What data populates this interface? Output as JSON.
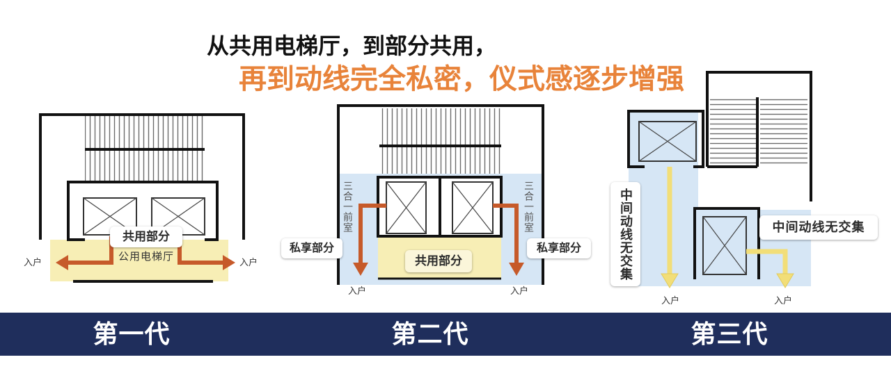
{
  "title": {
    "line1": "从共用电梯厅，到部分共用，",
    "line2": "再到动线完全私密，仪式感逐步增强"
  },
  "gen1": {
    "label": "第一代",
    "common_label": "共用部分",
    "hall_label": "公用电梯厅",
    "entry_left": "入户",
    "entry_right": "入户"
  },
  "gen2": {
    "label": "第二代",
    "front_room_left": "三合一前室",
    "front_room_right": "三合一前室",
    "private_left": "私享部分",
    "private_right": "私享部分",
    "common_label": "共用部分",
    "entry_left": "入户",
    "entry_right": "入户"
  },
  "gen3": {
    "label": "第三代",
    "flow_label_vertical": "中间动线无交集",
    "flow_label_horizontal": "中间动线无交集",
    "entry_left": "入户",
    "entry_right": "入户"
  },
  "icons": {
    "elevator": "elevator-car-icon",
    "stair": "stair-treads",
    "flow_arrow": "arrow-icon"
  },
  "colors": {
    "title_accent": "#e8833a",
    "footer_bar": "#1f2e5c",
    "common_area": "#f7eeb5",
    "private_area": "#d6e6f5",
    "shared_flow_arrow": "#c65a2a",
    "private_flow_arrow": "#f2de78",
    "wall": "#111111"
  }
}
